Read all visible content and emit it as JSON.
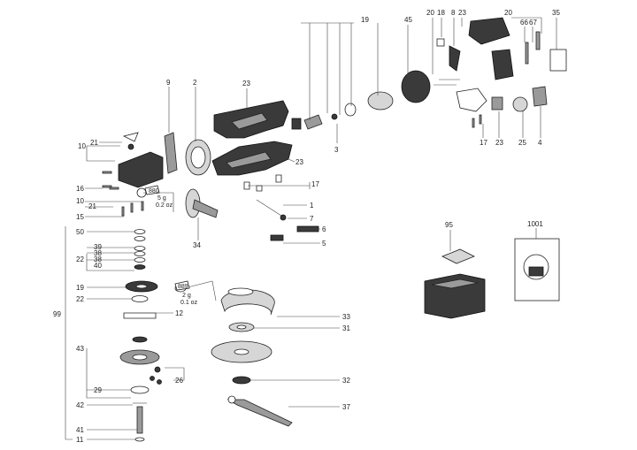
{
  "labels": {
    "l1": "1",
    "l2": "2",
    "l3": "3",
    "l4": "4",
    "l5": "5",
    "l6": "6",
    "l7": "7",
    "l8": "8",
    "l9": "9",
    "l10a": "10",
    "l10b": "10",
    "l11": "11",
    "l12": "12",
    "l15": "15",
    "l16": "16",
    "l17a": "17",
    "l17b": "17",
    "l18": "18",
    "l19a": "19",
    "l19b": "19",
    "l20a": "20",
    "l20b": "20",
    "l21a": "21",
    "l21b": "21",
    "l22a": "22",
    "l22b": "22",
    "l23a": "23",
    "l23b": "23",
    "l23c": "23",
    "l23d": "23",
    "l25": "25",
    "l26": "26",
    "l29": "29",
    "l31": "31",
    "l32": "32",
    "l33": "33",
    "l34": "34",
    "l35": "35",
    "l37": "37",
    "l38a": "38",
    "l38b": "38",
    "l39": "39",
    "l40": "40",
    "l41": "41",
    "l42": "42",
    "l43": "43",
    "l45": "45",
    "l50": "50",
    "l66": "66",
    "l67": "67",
    "l95": "95",
    "l99": "99",
    "l1001": "1001"
  },
  "grease_notes": {
    "top": {
      "code": "880",
      "qty_g": "5 g",
      "qty_oz": "0.2 oz"
    },
    "bottom": {
      "code": "889",
      "qty_g": "2 g",
      "qty_oz": "0.1 oz"
    }
  }
}
